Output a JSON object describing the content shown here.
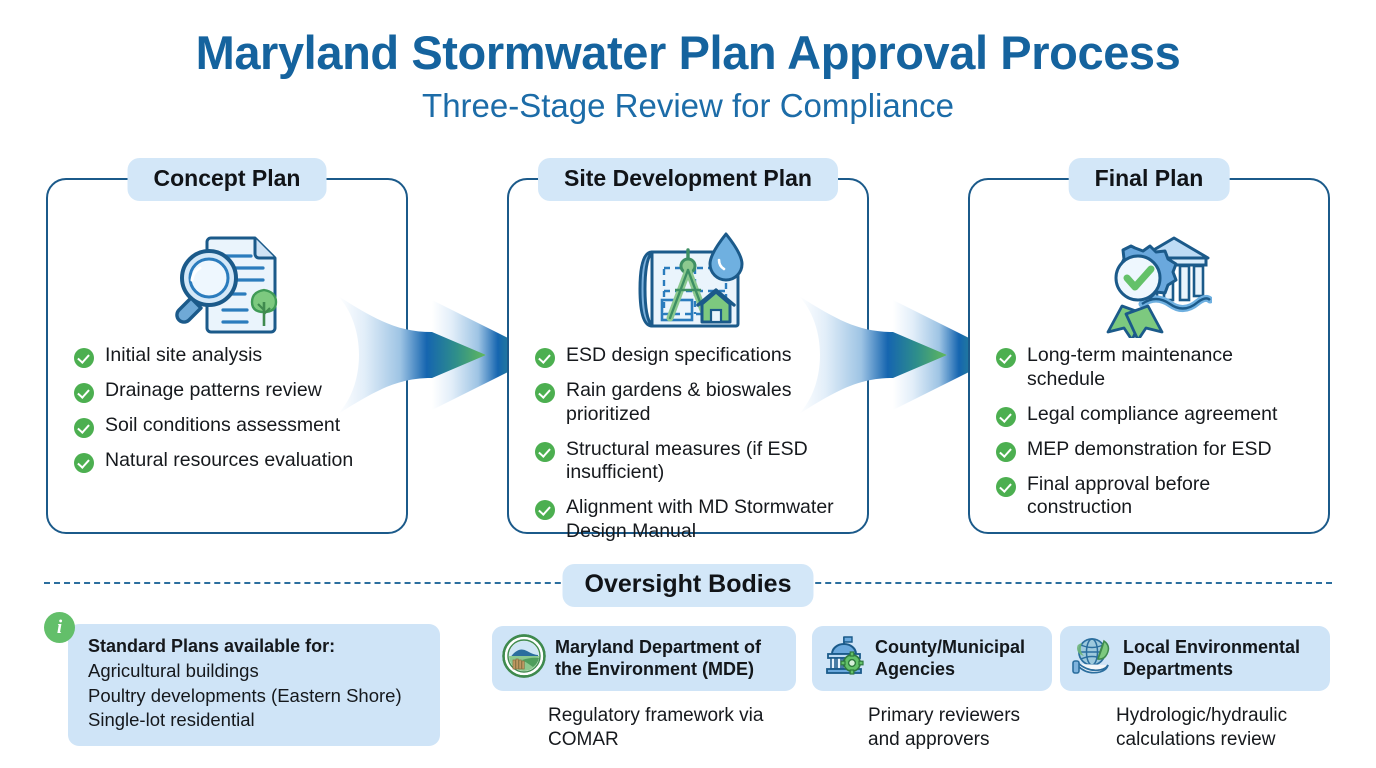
{
  "header": {
    "title": "Maryland Stormwater Plan Approval Process",
    "subtitle": "Three-Stage Review for Compliance"
  },
  "colors": {
    "title_blue": "#15639e",
    "subtitle_blue": "#1c6ca8",
    "card_border": "#1b5a8a",
    "pill_bg": "#d3e7f8",
    "check_green": "#4caf50",
    "arrow_from": "#eaf3fb",
    "arrow_mid": "#1565b0",
    "arrow_to": "#5cb85c",
    "divider": "#2b6e9e"
  },
  "stages": [
    {
      "title": "Concept Plan",
      "icon": "magnifier-document-tree-icon",
      "bullets": [
        "Initial site analysis",
        "Drainage patterns review",
        "Soil conditions assessment",
        "Natural resources evaluation"
      ]
    },
    {
      "title": "Site Development Plan",
      "icon": "blueprint-compass-waterdrop-icon",
      "bullets": [
        "ESD design specifications",
        "Rain gardens & bioswales prioritized",
        "Structural measures (if ESD insufficient)",
        "Alignment with MD Stormwater Design Manual"
      ]
    },
    {
      "title": "Final Plan",
      "icon": "award-ribbon-building-icon",
      "bullets": [
        "Long-term maintenance schedule",
        "Legal compliance agreement",
        "MEP demonstration for ESD",
        "Final approval before construction"
      ]
    }
  ],
  "oversight": {
    "section_label": "Oversight Bodies",
    "bodies": [
      {
        "name": "Maryland Department of the Environment (MDE)",
        "description": "Regulatory framework via COMAR",
        "icon": "mde-seal-icon"
      },
      {
        "name": "County/Municipal Agencies",
        "description": "Primary reviewers and approvers",
        "icon": "capitol-gear-icon"
      },
      {
        "name": "Local Environmental Departments",
        "description": "Hydrologic/hydraulic calculations review",
        "icon": "globe-leaf-hand-icon"
      }
    ]
  },
  "standard_plans": {
    "info_glyph": "i",
    "title": "Standard Plans available for:",
    "items": [
      "Agricultural buildings",
      "Poultry developments (Eastern Shore)",
      "Single-lot residential"
    ]
  }
}
